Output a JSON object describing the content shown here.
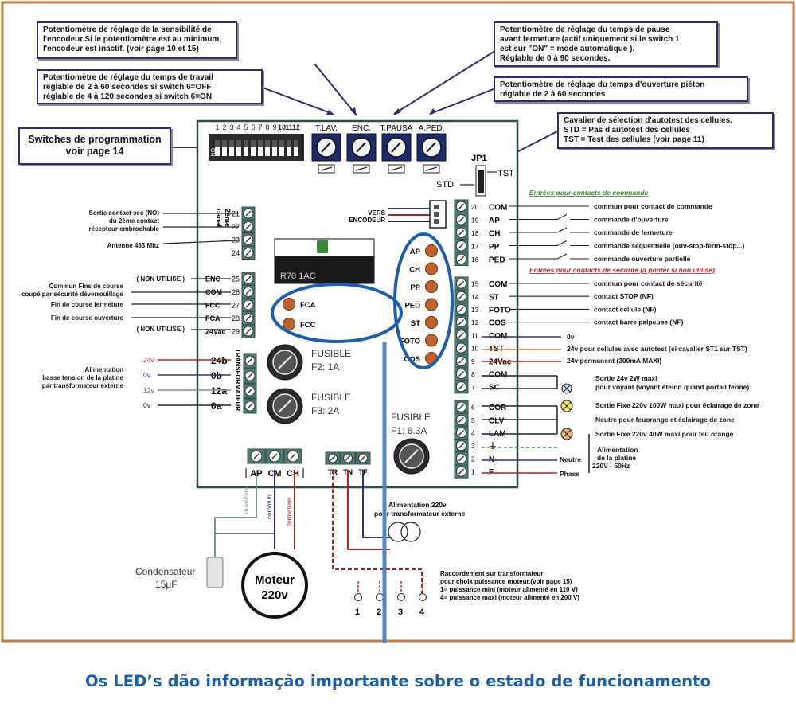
{
  "colors": {
    "frame": "#c8783a",
    "board_border": "#2a4a45",
    "callout_border": "#2e2a73",
    "led": "#c0622e",
    "highlight": "#1e5ea8",
    "caption": "#1b5fa8",
    "terminal": "#4d7a73"
  },
  "callouts": {
    "encoder_pot": "Potentiomètre de réglage de la sensibilité de\nl'encodeur.Si le potentiomètre est au minimum,\nl'encodeur est inactif. (voir page 10 et 15)",
    "work_time_pot": "Potentiomètre de réglage du temps de travail\nréglable de 2 à 60 secondes si switch 6=OFF\nréglable de 4 à 120 secondes si switch 6=ON",
    "switches": "Switches de programmation\nvoir page 14",
    "pause_pot": "Potentiomètre de réglage du temps de pause\navant fermeture (actif uniquement si le switch 1\nest sur \"ON\" = mode automatique ).\n Réglable de 0 à 90 secondes.",
    "pedestrian_pot": "Potentiomètre de réglage du temps d'ouverture piéton\nréglable de 2 à 60 secondes",
    "jumper": "Cavalier de sélection  d'autotest des cellules.\nSTD = Pas d'autotest des cellules\nTST = Test des cellules (voir page 11)"
  },
  "board": {
    "dip_numbers": [
      "1",
      "2",
      "3",
      "4",
      "5",
      "6",
      "7",
      "8",
      "9",
      "10",
      "11",
      "12"
    ],
    "dip_on": "ON",
    "pot_labels": [
      "T.LAV.",
      "ENC.",
      "T.PAUSA",
      "A.PED."
    ],
    "jp1": "JP1",
    "tst": "TST",
    "std": "STD",
    "vers_encodeur": [
      "VERS",
      "ENCODEUR"
    ],
    "model": "R70 1AC",
    "second_channel": [
      "2ème",
      "canal"
    ],
    "transformer_vertical": "TRANSFORMATEUR",
    "left_terminals_top": [
      "21",
      "22",
      "23",
      "24"
    ],
    "left_terminals_mid": [
      {
        "label": "ENC",
        "num": "25"
      },
      {
        "label": "COM",
        "num": "26"
      },
      {
        "label": "FCC",
        "num": "27"
      },
      {
        "label": "FCA",
        "num": "28"
      },
      {
        "label": "24Vac",
        "num": "29"
      }
    ],
    "transformer_terminals": [
      "24b",
      "0b",
      "12a",
      "0a"
    ],
    "fca_fcc_leds": [
      "FCA",
      "FCC"
    ],
    "status_leds": [
      "AP",
      "CH",
      "PP",
      "PED",
      "ST",
      "FOTO",
      "COS"
    ],
    "fuses": [
      {
        "name": "FUSIBLE",
        "rating": "F2: 1A"
      },
      {
        "name": "FUSIBLE",
        "rating": "F3: 2A"
      },
      {
        "name": "FUSIBLE",
        "rating": "F1: 6.3A"
      }
    ],
    "motor_terminals": [
      "AP",
      "CM",
      "CH"
    ],
    "transformer_out": [
      "TR",
      "TN",
      "TF"
    ],
    "right_command": [
      {
        "num": "20",
        "label": "COM"
      },
      {
        "num": "19",
        "label": "AP"
      },
      {
        "num": "18",
        "label": "CH"
      },
      {
        "num": "17",
        "label": "PP"
      },
      {
        "num": "16",
        "label": "PED"
      }
    ],
    "right_safety": [
      {
        "num": "15",
        "label": "COM"
      },
      {
        "num": "14",
        "label": "ST"
      },
      {
        "num": "13",
        "label": "FOTO"
      },
      {
        "num": "12",
        "label": "COS"
      },
      {
        "num": "11",
        "label": "COM"
      },
      {
        "num": "10",
        "label": "TST"
      },
      {
        "num": "9",
        "label": "24Vac"
      },
      {
        "num": "8",
        "label": "COM"
      },
      {
        "num": "7",
        "label": "SC"
      }
    ],
    "right_power": [
      {
        "num": "6",
        "label": "COR"
      },
      {
        "num": "5",
        "label": "CLV"
      },
      {
        "num": "4",
        "label": "LAM"
      },
      {
        "num": "3",
        "label": "⏚"
      },
      {
        "num": "2",
        "label": "N"
      },
      {
        "num": "1",
        "label": "F"
      }
    ]
  },
  "left_labels": {
    "contact_sec": [
      "Sortie contact sec (NO)",
      "du 2ème contact",
      "récepteur embrochable"
    ],
    "antenna": "Antenne 433 Mhz",
    "non_utilise_1": "( NON UTILISE )",
    "commun_fc": [
      "Commun Fins de course",
      "coupé par sécurité déverrouillage"
    ],
    "fc_fermeture": "Fin de course fermeture",
    "fc_ouverture": "Fin de course ouverture",
    "non_utilise_2": "( NON UTILISE )",
    "voltages": [
      "24v",
      "0v",
      "12v",
      "0v"
    ],
    "alim": [
      "Alimentation",
      "basse tension de la platine",
      "par transformateur externe"
    ]
  },
  "right_labels": {
    "command_heading": "Entrées pour contacts de commande",
    "command": [
      "commun pour contact de commande",
      "commande d'ouverture",
      "commande de fermeture",
      "commande séquentielle (ouv-stop-ferm-stop...)",
      "commande ouverture partielle"
    ],
    "safety_heading": "Entrées pour contacts de sécurité (à ponter si non utilisé)",
    "safety": [
      "commun pour contact de sécurité",
      "contact STOP (NF)",
      "contact cellule (NF)",
      "contact barre palpeuse (NF)"
    ],
    "ov": "0v",
    "tst_text": "24v pour cellules avec autotest (si cavalier ST1 sur TST)",
    "perm": "24v permanent (300mA MAXI)",
    "voyant": [
      "Sortie 24v 2W maxi",
      "pour voyant (voyant éteind quand portail fermé)"
    ],
    "zone": "Sortie Fixe 220v 100W maxi pour éclairage de zone",
    "neutre": "Neutre pour feuorange et éclairage de zone",
    "orange": "Sortie Fixe 220v 40W maxi pour feu orange",
    "alim_platine": [
      "Alimentation",
      "de la platine",
      "220V - 50Hz"
    ],
    "neutre_in": "Neutre",
    "phase": "Phase"
  },
  "bottom": {
    "wire_labels": [
      "ouverture",
      "commun",
      "fermeture"
    ],
    "condensateur": [
      "Condensateur",
      "15μF"
    ],
    "moteur": [
      "Moteur",
      "220v"
    ],
    "alim_220": [
      "Alimentation 220v",
      "pour transformateur externe"
    ],
    "raccordement": [
      "Raccordement sur transformateur",
      "pour choix puissance moteur.(voir page 15)",
      "1= puissance mini (moteur alimenté en 110 V)",
      "4= puissance maxi (moteur alimenté en 200 V)"
    ],
    "taps": [
      "1",
      "2",
      "3",
      "4"
    ]
  },
  "caption": "Os LED’s dão informação importante sobre o estado de funcionamento"
}
